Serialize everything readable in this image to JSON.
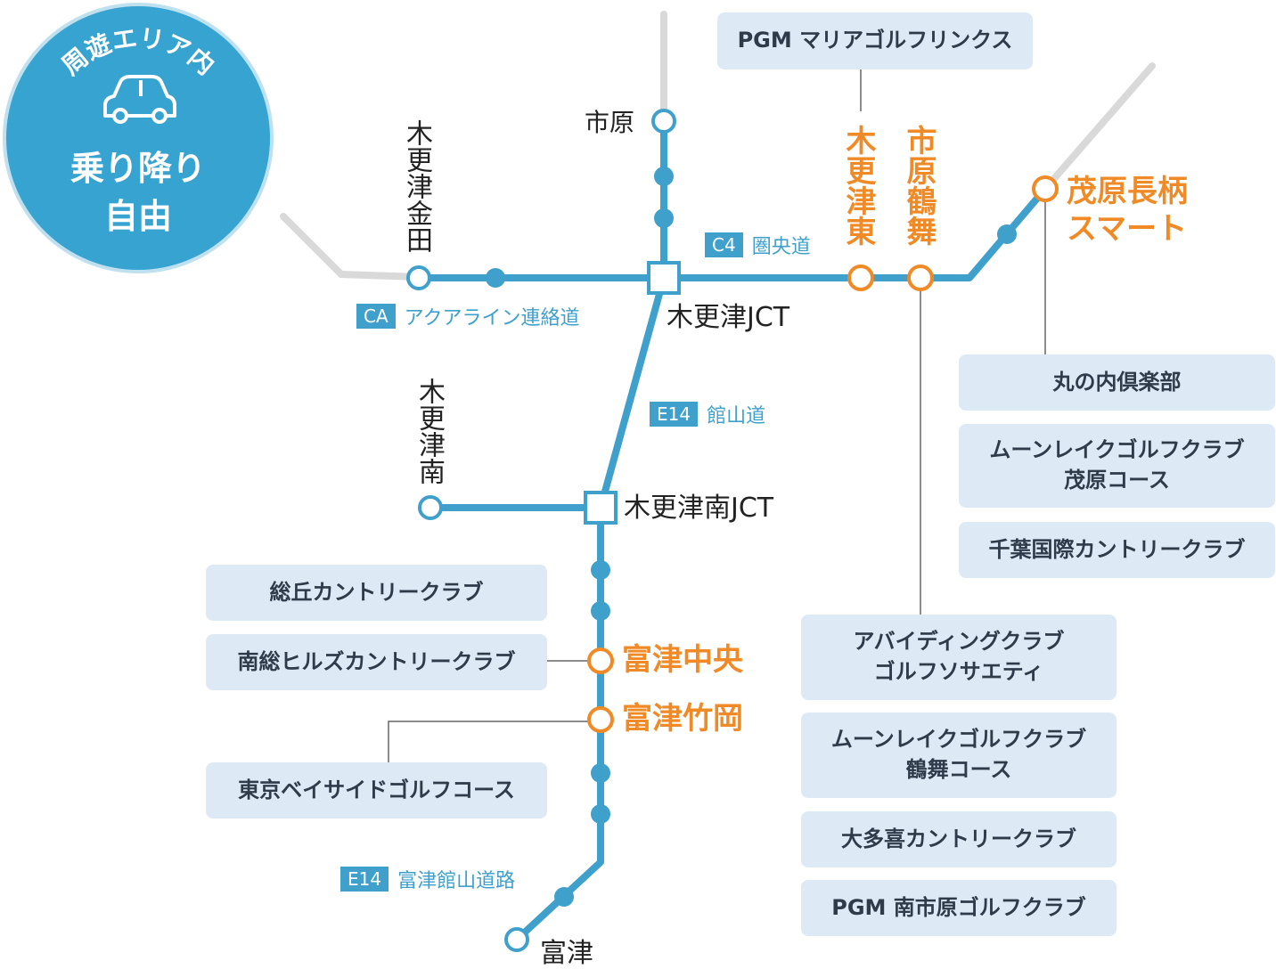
{
  "badge": {
    "top": "周遊エリア内",
    "main_line1": "乗り降り",
    "main_line2": "自由",
    "icon": "car-icon"
  },
  "stations": {
    "ichihara": "市原",
    "kisarazu_kaneda": "木更津金田",
    "kisarazu_higashi": "木更津東",
    "ichihara_tsurumai": "市原鶴舞",
    "mobara_nagara_smart_line1": "茂原長柄",
    "mobara_nagara_smart_line2": "スマート",
    "kisarazu_jct": "木更津JCT",
    "kisarazu_minami": "木更津南",
    "kisarazu_minami_jct": "木更津南JCT",
    "futtsu_chuo": "富津中央",
    "futtsu_takeoka": "富津竹岡",
    "futtsu": "富津"
  },
  "routes": [
    {
      "code": "C4",
      "name": "圏央道"
    },
    {
      "code": "CA",
      "name": "アクアライン連絡道"
    },
    {
      "code": "E14",
      "name": "館山道"
    },
    {
      "code": "E14",
      "name": "富津館山道路"
    }
  ],
  "golf_courses": {
    "pgm_maria": "PGM マリアゴルフリンクス",
    "marunouchi": "丸の内倶楽部",
    "moonlake_mobara": "ムーンレイクゴルフクラブ\n茂原コース",
    "chiba_kokusai": "千葉国際カントリークラブ",
    "soukyu": "総丘カントリークラブ",
    "nanso_hills": "南総ヒルズカントリークラブ",
    "tokyo_bayside": "東京ベイサイドゴルフコース",
    "abiding": "アバイディングクラブ\nゴルフソサエティ",
    "moonlake_tsurumai": "ムーンレイクゴルフクラブ\n鶴舞コース",
    "otaki": "大多喜カントリークラブ",
    "pgm_minami_ichihara": "PGM 南市原ゴルフクラブ"
  },
  "colors": {
    "route_line": "#3fa0cc",
    "other_road": "#d9d9d9",
    "highlight_station": "#f08a26",
    "box_bg": "#ddeaf5",
    "badge_bg": "#37a3d1"
  }
}
